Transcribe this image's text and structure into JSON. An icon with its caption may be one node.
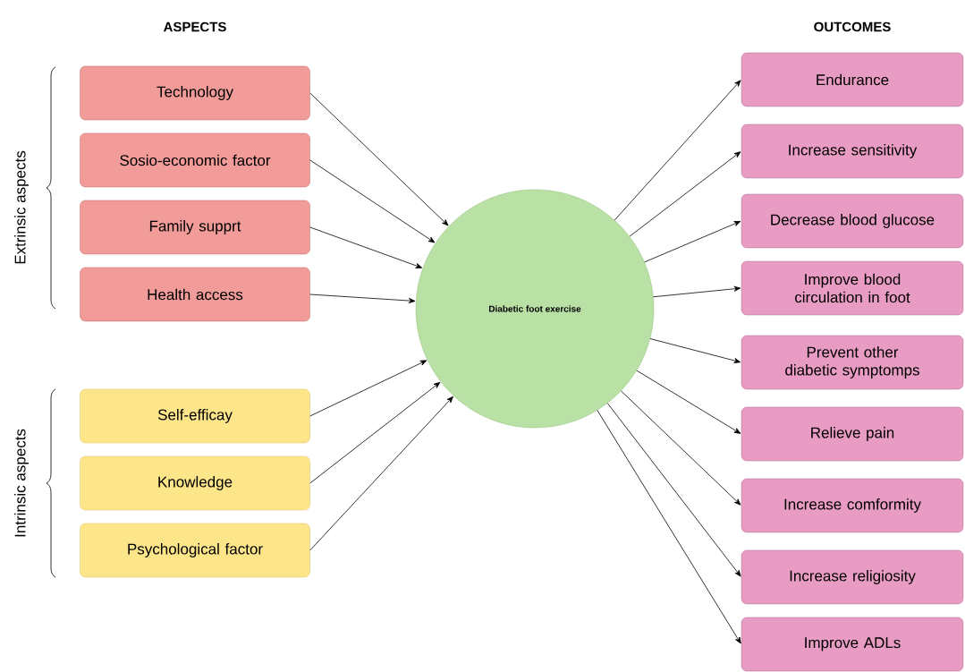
{
  "diagram": {
    "nodes": [
      {
        "text": [
          "Technology"
        ]
      },
      {
        "text": [
          "Sosio-economic factor"
        ]
      },
      {
        "text": [
          "Family supprt"
        ]
      },
      {
        "text": [
          "Health access"
        ]
      },
      {
        "text": [
          "Self-efficay"
        ]
      },
      {
        "text": [
          "Knowledge"
        ]
      },
      {
        "text": [
          "Psychological factor"
        ]
      },
      {
        "text": [
          "Diabetic foot exercise"
        ]
      },
      {
        "text": [
          "Endurance"
        ]
      },
      {
        "text": [
          "Increase sensitivity"
        ]
      },
      {
        "text": [
          "Decrease blood glucose"
        ]
      },
      {
        "text": [
          "Improve blood circulation in foot"
        ]
      },
      {
        "text": [
          "Prevent other diabetic symptomps"
        ]
      },
      {
        "text": [
          "Relieve pain"
        ]
      },
      {
        "text": [
          "Increase comformity"
        ]
      },
      {
        "text": [
          "Increase religiosity"
        ]
      },
      {
        "text": [
          "Improve ADLs"
        ]
      }
    ],
    "edges": [
      {
        "from": 0,
        "to": 7,
        "arrow": "to"
      },
      {
        "from": 1,
        "to": 7,
        "arrow": "to"
      },
      {
        "from": 2,
        "to": 7,
        "arrow": "to"
      },
      {
        "from": 3,
        "to": 7,
        "arrow": "to"
      },
      {
        "from": 4,
        "to": 7,
        "arrow": "to"
      },
      {
        "from": 5,
        "to": 7,
        "arrow": "to"
      },
      {
        "from": 6,
        "to": 7,
        "arrow": "to"
      },
      {
        "from": 7,
        "to": 8,
        "arrow": "to"
      },
      {
        "from": 7,
        "to": 9,
        "arrow": "to"
      },
      {
        "from": 7,
        "to": 10,
        "arrow": "to"
      },
      {
        "from": 7,
        "to": 11,
        "arrow": "to"
      },
      {
        "from": 7,
        "to": 12,
        "arrow": "to"
      },
      {
        "from": 7,
        "to": 13,
        "arrow": "to"
      },
      {
        "from": 7,
        "to": 14,
        "arrow": "to"
      },
      {
        "from": 7,
        "to": 15,
        "arrow": "to"
      },
      {
        "from": 7,
        "to": 16,
        "arrow": "to"
      }
    ],
    "labels": [
      "ASPECTS",
      "OUTCOMES",
      "Extrinsic aspects",
      "Intrinsic aspects"
    ]
  }
}
